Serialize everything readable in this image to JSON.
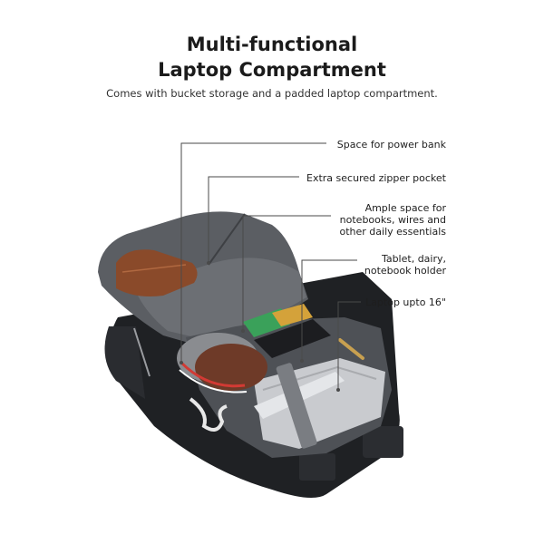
{
  "heading": {
    "line1": "Multi-functional",
    "line2": "Laptop Compartment",
    "subtitle": "Comes with bucket storage and a padded laptop compartment."
  },
  "callouts": {
    "power_bank": "Space for power bank",
    "zipper_pocket": "Extra secured zipper pocket",
    "ample_space": [
      "Ample space for",
      "notebooks, wires and",
      "other daily essentials"
    ],
    "tablet_holder": [
      "Tablet, dairy,",
      "notebook holder"
    ],
    "laptop": "Laptop upto 16\""
  },
  "colors": {
    "leader_line": "#4a4a4a",
    "bag_body": "#1f2124",
    "bag_panel": "#5b5e63",
    "bag_panel_light": "#7a7d82",
    "pocket_grey": "#6c6f74",
    "wallet_brown": "#8a4a2a",
    "laptop_silver": "#c9cbcf",
    "card_green": "#3aa15a"
  }
}
